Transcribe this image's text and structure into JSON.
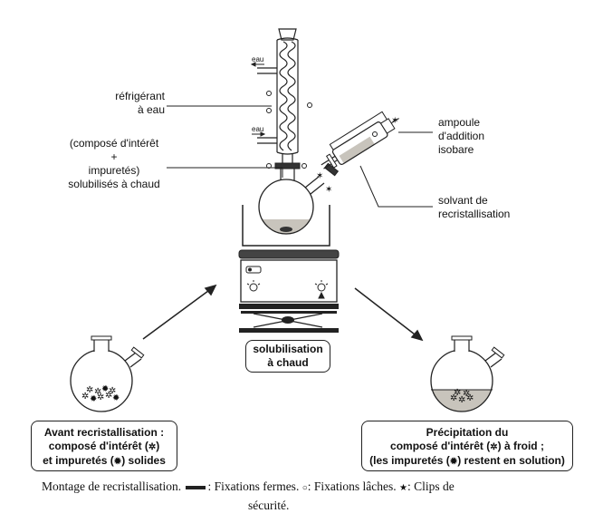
{
  "labels": {
    "refrigerant": [
      "réfrigérant",
      "à eau"
    ],
    "solubilized": [
      "(composé d'intérêt",
      "+",
      "impuretés)",
      "solubilisés à chaud"
    ],
    "dropping_funnel": [
      "ampoule",
      "d'addition",
      "isobare"
    ],
    "solvent": [
      "solvant de",
      "recristallisation"
    ],
    "water_in": "eau",
    "water_out": "eau"
  },
  "boxes": {
    "heating": [
      "solubilisation",
      "à chaud"
    ],
    "before": {
      "line1": "Avant recristallisation :",
      "line2a": "composé d'intérêt (",
      "line2b": ")",
      "line3a": "et impuretés (",
      "line3b": ") solides"
    },
    "after": {
      "line1": "Précipitation du",
      "line2a": "composé d'intérêt (",
      "line2b": ") à froid ;",
      "line3a": "(les impuretés (",
      "line3b": ") restent en solution)"
    }
  },
  "caption": {
    "part1": "Montage de recristallisation.",
    "part2": ": Fixations fermes.",
    "part3": ": Fixations lâches.",
    "part4": ": Clips de",
    "part5": "sécurité.",
    "circle_symbol": "○",
    "star_symbol": "★"
  },
  "symbols": {
    "compound": "✲",
    "impurity": "✹"
  },
  "colors": {
    "line": "#222222",
    "liquid": "#c8c4bc",
    "dark_plate": "#444444"
  }
}
